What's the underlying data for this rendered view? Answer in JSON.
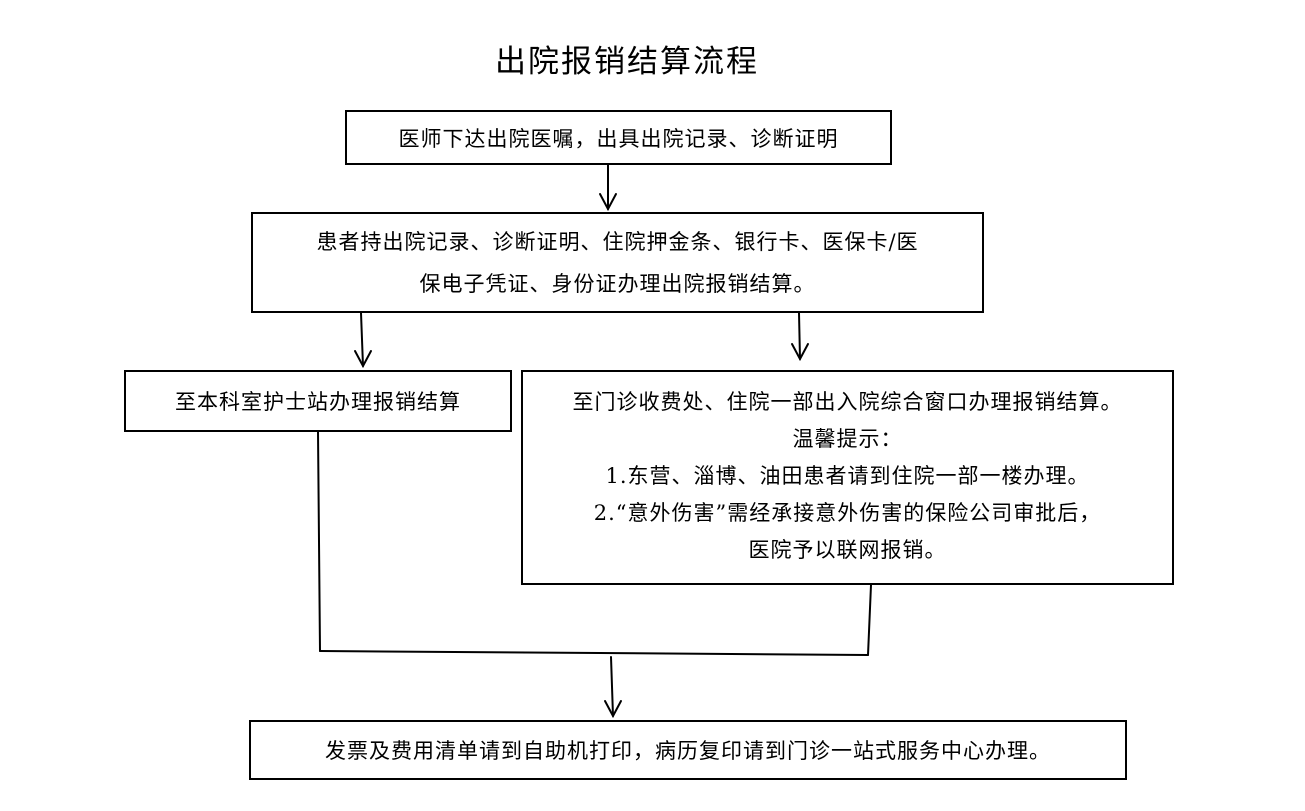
{
  "title": "出院报销结算流程",
  "steps": {
    "step1": {
      "text": "医师下达出院医嘱，出具出院记录、诊断证明"
    },
    "step2": {
      "lines": [
        "患者持出院记录、诊断证明、住院押金条、银行卡、医保卡/医",
        "保电子凭证、身份证办理出院报销结算。"
      ]
    },
    "step3a": {
      "text": "至本科室护士站办理报销结算"
    },
    "step3b": {
      "main": "至门诊收费处、住院一部出入院综合窗口办理报销结算。",
      "tip_heading": "温馨提示：",
      "tips": [
        "1.东营、淄博、油田患者请到住院一部一楼办理。",
        "2.“意外伤害”需经承接意外伤害的保险公司审批后，",
        "医院予以联网报销。"
      ]
    },
    "step4": {
      "text": "发票及费用清单请到自助机打印，病历复印请到门诊一站式服务中心办理。"
    }
  },
  "colors": {
    "line": "#000000",
    "background": "#ffffff"
  }
}
